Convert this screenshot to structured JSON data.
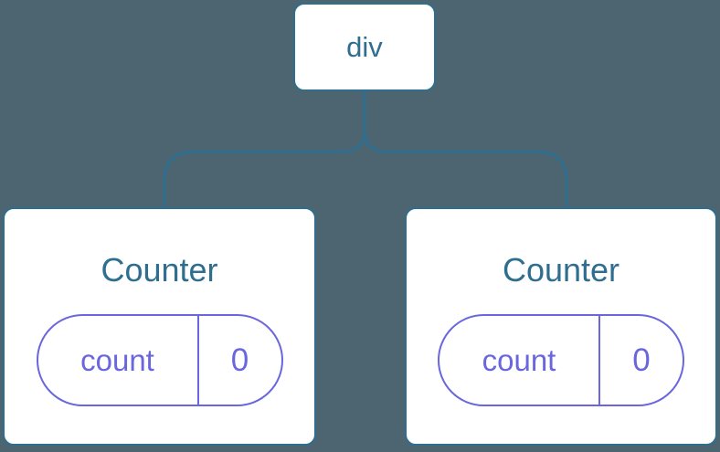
{
  "diagram": {
    "description": "component-tree",
    "root": {
      "label": "div"
    },
    "children": [
      {
        "title": "Counter",
        "state": {
          "key": "count",
          "value": "0"
        }
      },
      {
        "title": "Counter",
        "state": {
          "key": "count",
          "value": "0"
        }
      }
    ]
  },
  "colors": {
    "background": "#4C6571",
    "node_border": "#2F6E8F",
    "node_fill": "#FFFFFF",
    "node_text": "#2F6E8F",
    "connector_line": "#2F6E8F",
    "state_accent": "#6A67DE"
  }
}
